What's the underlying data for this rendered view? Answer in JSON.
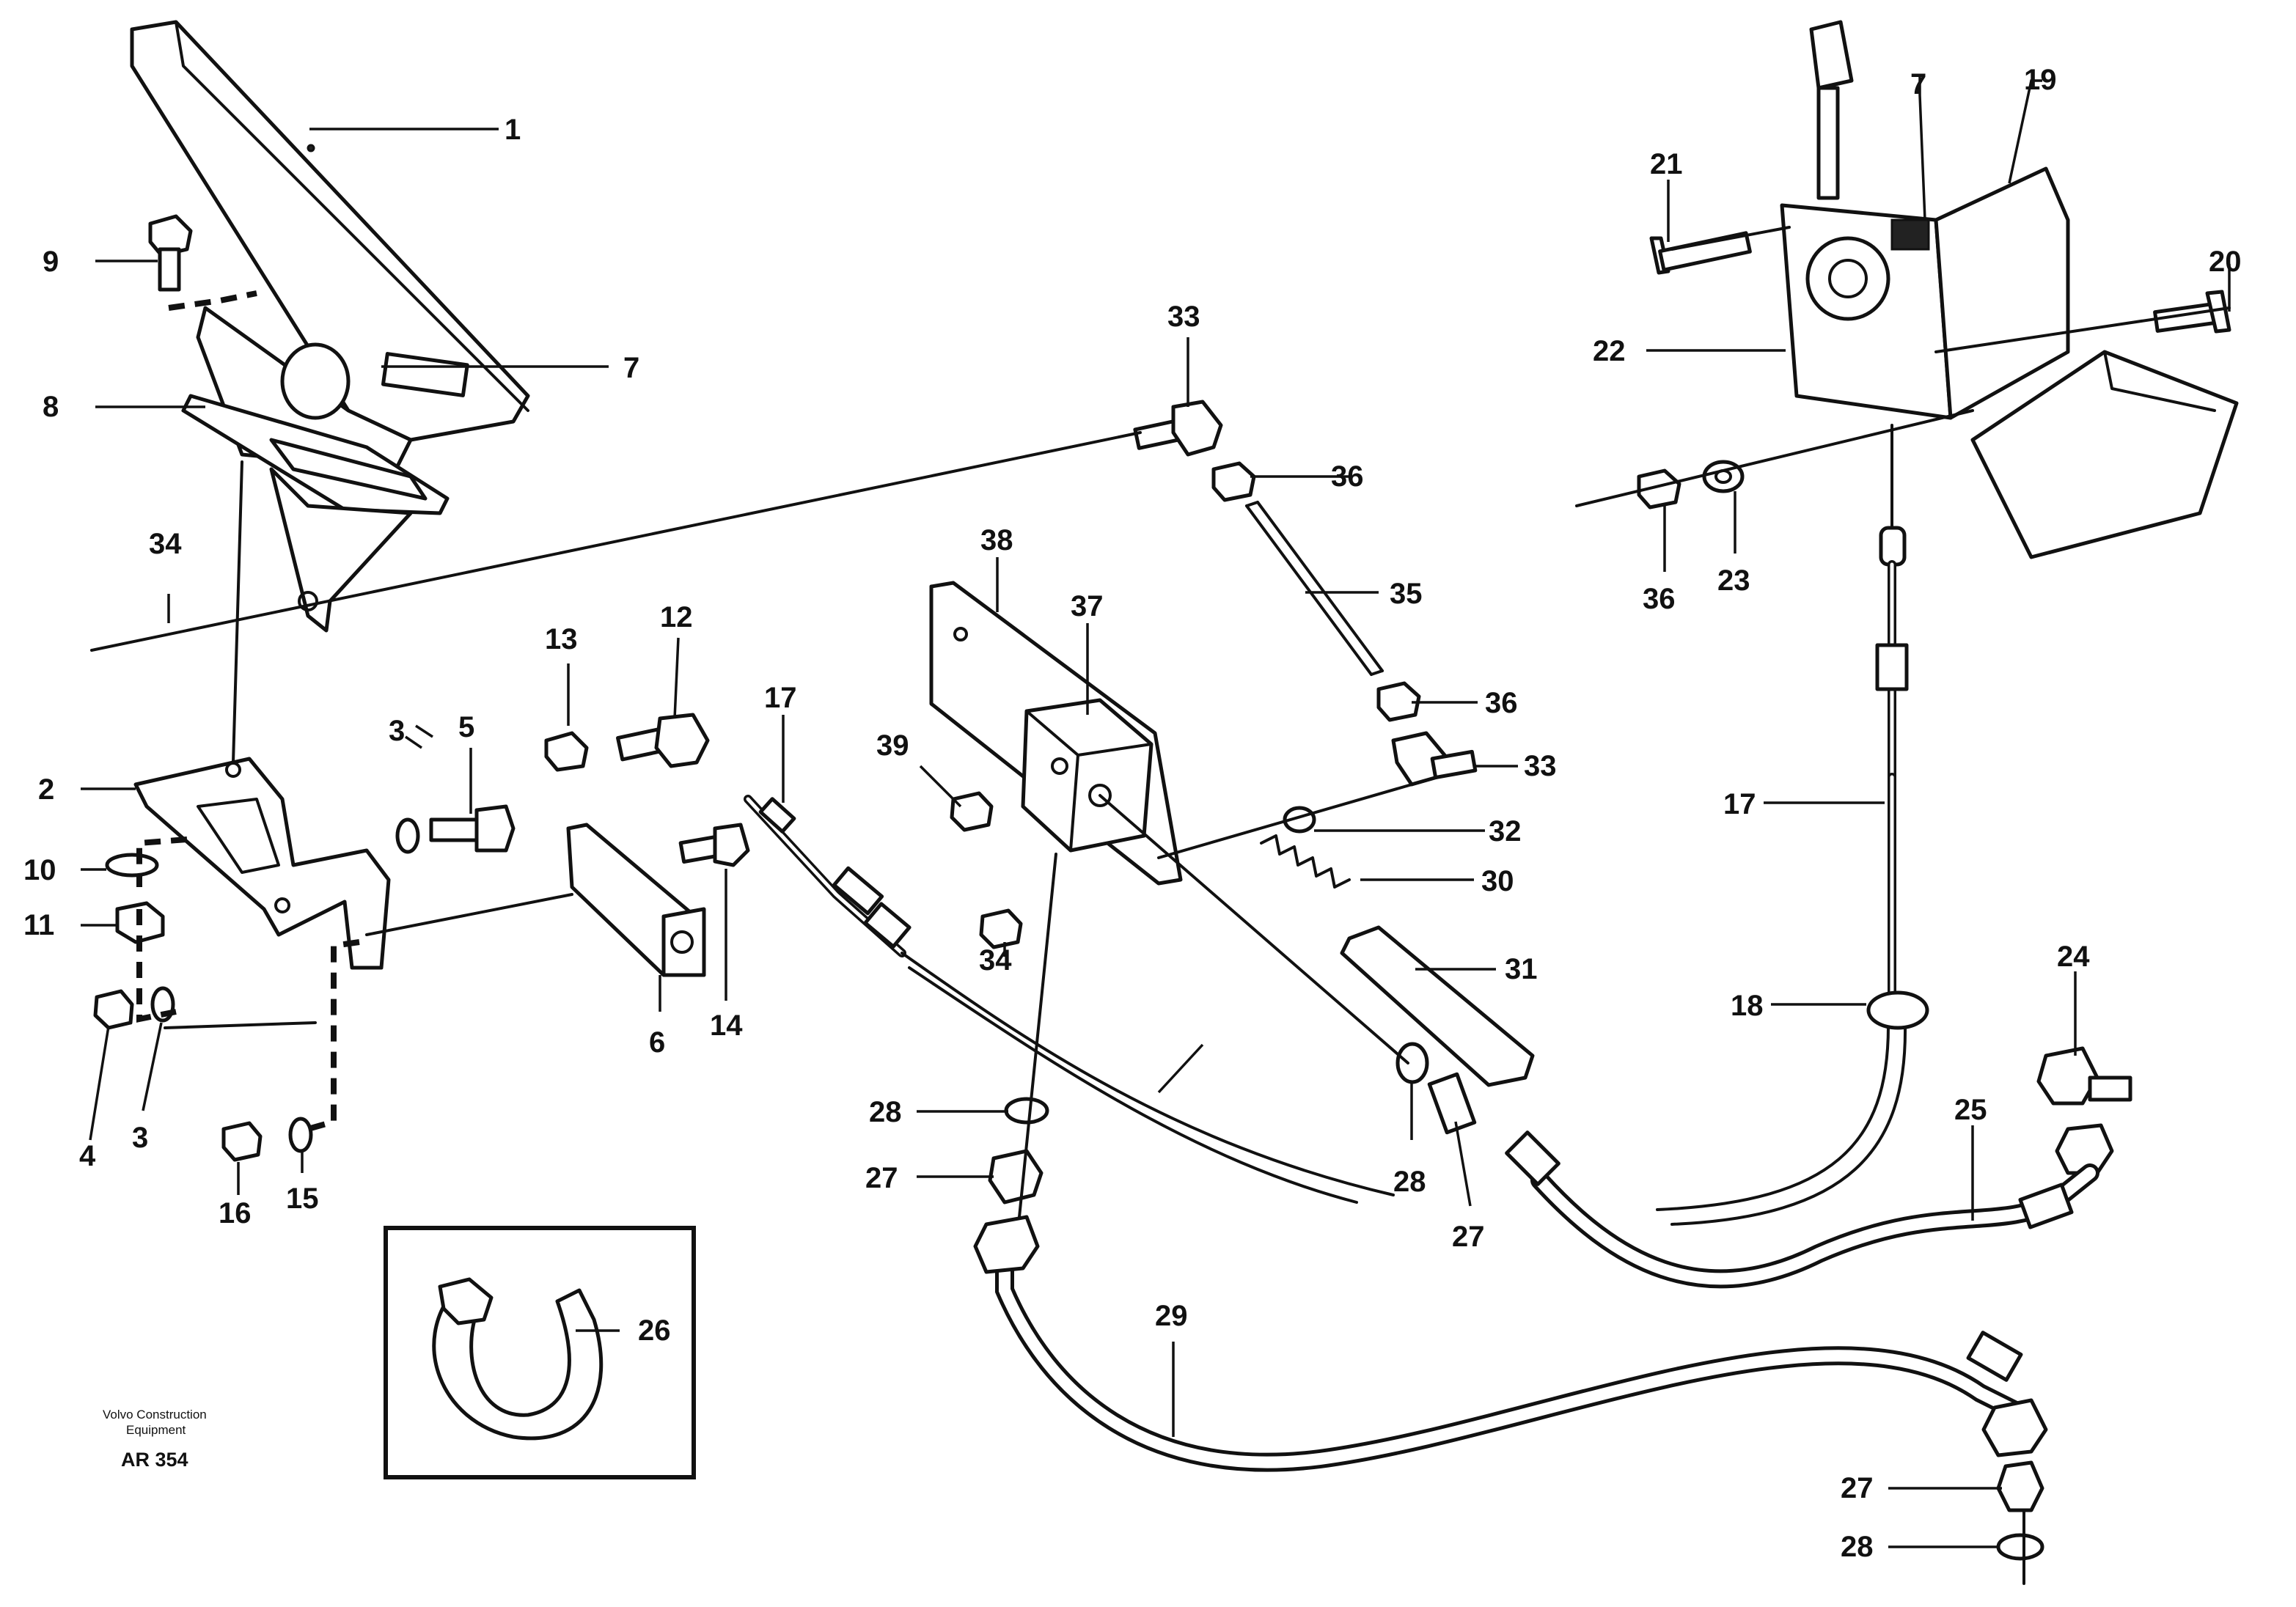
{
  "callouts": [
    {
      "id": "c1",
      "text": "1"
    },
    {
      "id": "c2",
      "text": "2"
    },
    {
      "id": "c3a",
      "text": "3"
    },
    {
      "id": "c3b",
      "text": "3"
    },
    {
      "id": "c4",
      "text": "4"
    },
    {
      "id": "c5",
      "text": "5"
    },
    {
      "id": "c6",
      "text": "6"
    },
    {
      "id": "c7a",
      "text": "7"
    },
    {
      "id": "c7b",
      "text": "7"
    },
    {
      "id": "c8",
      "text": "8"
    },
    {
      "id": "c9",
      "text": "9"
    },
    {
      "id": "c10",
      "text": "10"
    },
    {
      "id": "c11",
      "text": "11"
    },
    {
      "id": "c12",
      "text": "12"
    },
    {
      "id": "c13",
      "text": "13"
    },
    {
      "id": "c14",
      "text": "14"
    },
    {
      "id": "c15",
      "text": "15"
    },
    {
      "id": "c16",
      "text": "16"
    },
    {
      "id": "c17a",
      "text": "17"
    },
    {
      "id": "c17b",
      "text": "17"
    },
    {
      "id": "c18",
      "text": "18"
    },
    {
      "id": "c19",
      "text": "19"
    },
    {
      "id": "c20",
      "text": "20"
    },
    {
      "id": "c21",
      "text": "21"
    },
    {
      "id": "c22",
      "text": "22"
    },
    {
      "id": "c23",
      "text": "23"
    },
    {
      "id": "c24",
      "text": "24"
    },
    {
      "id": "c25",
      "text": "25"
    },
    {
      "id": "c26",
      "text": "26"
    },
    {
      "id": "c27a",
      "text": "27"
    },
    {
      "id": "c27b",
      "text": "27"
    },
    {
      "id": "c27c",
      "text": "27"
    },
    {
      "id": "c28a",
      "text": "28"
    },
    {
      "id": "c28b",
      "text": "28"
    },
    {
      "id": "c28c",
      "text": "28"
    },
    {
      "id": "c29",
      "text": "29"
    },
    {
      "id": "c30",
      "text": "30"
    },
    {
      "id": "c31",
      "text": "31"
    },
    {
      "id": "c32",
      "text": "32"
    },
    {
      "id": "c33a",
      "text": "33"
    },
    {
      "id": "c33b",
      "text": "33"
    },
    {
      "id": "c34a",
      "text": "34"
    },
    {
      "id": "c34b",
      "text": "34"
    },
    {
      "id": "c35",
      "text": "35"
    },
    {
      "id": "c36a",
      "text": "36"
    },
    {
      "id": "c36b",
      "text": "36"
    },
    {
      "id": "c36c",
      "text": "36"
    },
    {
      "id": "c37",
      "text": "37"
    },
    {
      "id": "c38",
      "text": "38"
    },
    {
      "id": "c39",
      "text": "39"
    }
  ],
  "caption": {
    "line1": "Volvo Construction",
    "line2": "Equipment",
    "code": "AR 354"
  }
}
